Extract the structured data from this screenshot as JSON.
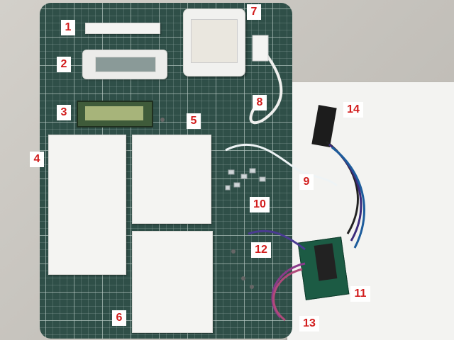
{
  "photo": {
    "labels": [
      "1",
      "2",
      "3",
      "4",
      "5",
      "6",
      "7",
      "8",
      "9",
      "10",
      "11",
      "12",
      "13",
      "14"
    ]
  }
}
